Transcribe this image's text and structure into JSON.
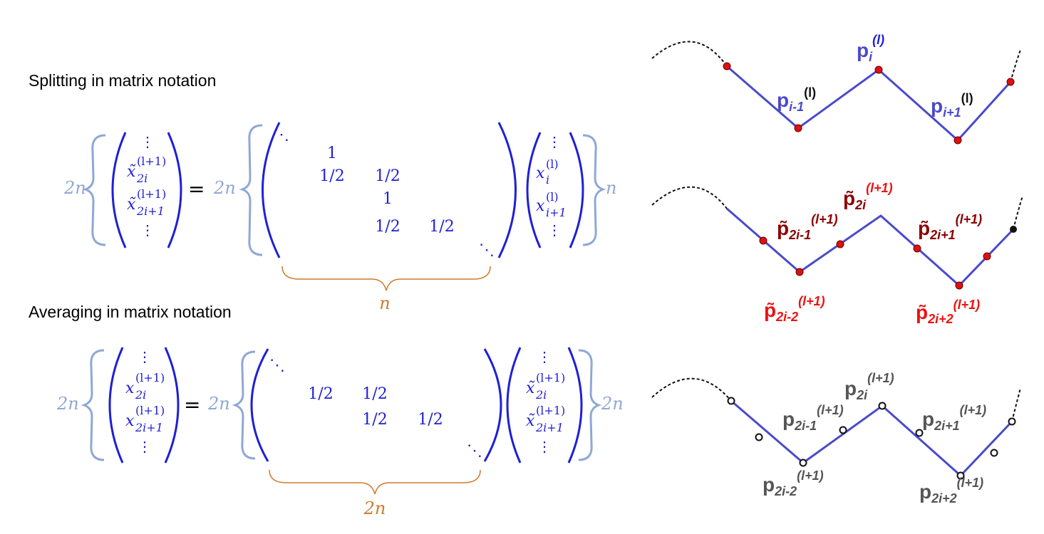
{
  "colors": {
    "formula_blue": "#1f1fd6",
    "faded_blue": "#8fa8d4",
    "brace_orange": "#d07a2c",
    "polyline_blue": "#4a4acb",
    "red_dot": "#e01010",
    "dark_red": "#8b0000",
    "label_red": "#ee1111",
    "gray": "#555555"
  },
  "splitting": {
    "heading": "Splitting in matrix notation",
    "lhs_size": "2n",
    "lhs_top_dots": "⋮",
    "lhs_entry1": "x̃",
    "lhs_entry1_sub": "2i",
    "lhs_entry1_sup": "(l+1)",
    "lhs_entry2": "x̃",
    "lhs_entry2_sub": "2i+1",
    "lhs_entry2_sup": "(l+1)",
    "lhs_bottom_dots": "⋮",
    "equals": "=",
    "matrix_rows_size": "2n",
    "matrix_dots_tl": "⋱",
    "matrix_dots_br": "⋱",
    "row1": [
      "1"
    ],
    "row2": [
      "1/2",
      "1/2"
    ],
    "row3": [
      "1"
    ],
    "row4": [
      "1/2",
      "1/2"
    ],
    "vec_top_dots": "⋮",
    "vec_entry1": "x",
    "vec_entry1_sub": "i",
    "vec_entry1_sup": "(l)",
    "vec_entry2": "x",
    "vec_entry2_sub": "i+1",
    "vec_entry2_sup": "(l)",
    "vec_bottom_dots": "⋮",
    "vec_size": "n",
    "cols_size": "n"
  },
  "averaging": {
    "heading": "Averaging in matrix notation",
    "lhs_size": "2n",
    "lhs_top_dots": "⋮",
    "lhs_entry1": "x",
    "lhs_entry1_sub": "2i",
    "lhs_entry1_sup": "(l+1)",
    "lhs_entry2": "x",
    "lhs_entry2_sub": "2i+1",
    "lhs_entry2_sup": "(l+1)",
    "lhs_bottom_dots": "⋮",
    "equals": "=",
    "matrix_rows_size": "2n",
    "matrix_dots_tl": "⋱",
    "matrix_dots_br": "⋱",
    "row1": [
      "1/2",
      "1/2"
    ],
    "row2": [
      "1/2",
      "1/2"
    ],
    "vec_top_dots": "⋮",
    "vec_entry1": "x̃",
    "vec_entry1_sub": "2i",
    "vec_entry1_sup": "(l+1)",
    "vec_entry2": "x̃",
    "vec_entry2_sub": "2i+1",
    "vec_entry2_sup": "(l+1)",
    "vec_bottom_dots": "⋮",
    "vec_size": "2n",
    "cols_size": "2n"
  },
  "curve_top": {
    "labels": [
      {
        "base": "p",
        "sub": "i",
        "sup": "(l)"
      },
      {
        "base": "p",
        "sub": "i-1",
        "sup": "(l)"
      },
      {
        "base": "p",
        "sub": "i+1",
        "sup": "(l)"
      }
    ]
  },
  "curve_middle": {
    "labels": [
      {
        "base": "p̃",
        "sub": "2i",
        "sup": "(l+1)"
      },
      {
        "base": "p̃",
        "sub": "2i-1",
        "sup": "(l+1)"
      },
      {
        "base": "p̃",
        "sub": "2i+1",
        "sup": "(l+1)"
      },
      {
        "base": "p̃",
        "sub": "2i-2",
        "sup": "(l+1)"
      },
      {
        "base": "p̃",
        "sub": "2i+2",
        "sup": "(l+1)"
      }
    ]
  },
  "curve_bottom": {
    "labels": [
      {
        "base": "p",
        "sub": "2i",
        "sup": "(l+1)"
      },
      {
        "base": "p",
        "sub": "2i-1",
        "sup": "(l+1)"
      },
      {
        "base": "p",
        "sub": "2i+1",
        "sup": "(l+1)"
      },
      {
        "base": "p",
        "sub": "2i-2",
        "sup": "(l+1)"
      },
      {
        "base": "p",
        "sub": "2i+2",
        "sup": "(l+1)"
      }
    ]
  }
}
